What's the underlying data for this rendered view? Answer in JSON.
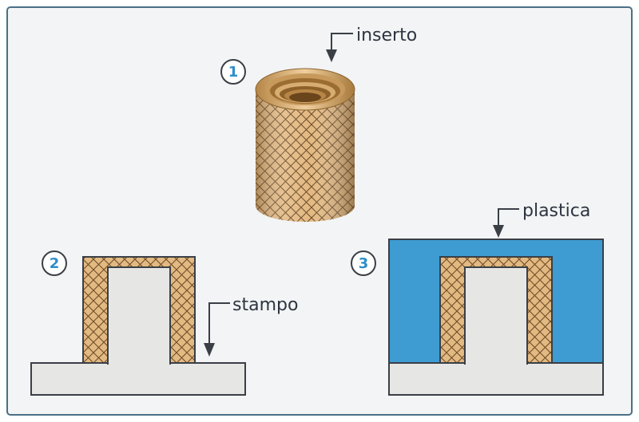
{
  "labels": {
    "insert": "inserto",
    "mold": "stampo",
    "plastic": "plastica"
  },
  "steps": [
    "1",
    "2",
    "3"
  ],
  "colors": {
    "frame_border": "#4a6f86",
    "background": "#f2f4f5",
    "brass": "#e3b982",
    "brass_dark": "#a87a3c",
    "knurl": "#6e4d28",
    "plastic": "#3f9cd3",
    "mold": "#e6e6e4",
    "outline": "#3a3f46",
    "step_number": "#2e8ec9"
  }
}
